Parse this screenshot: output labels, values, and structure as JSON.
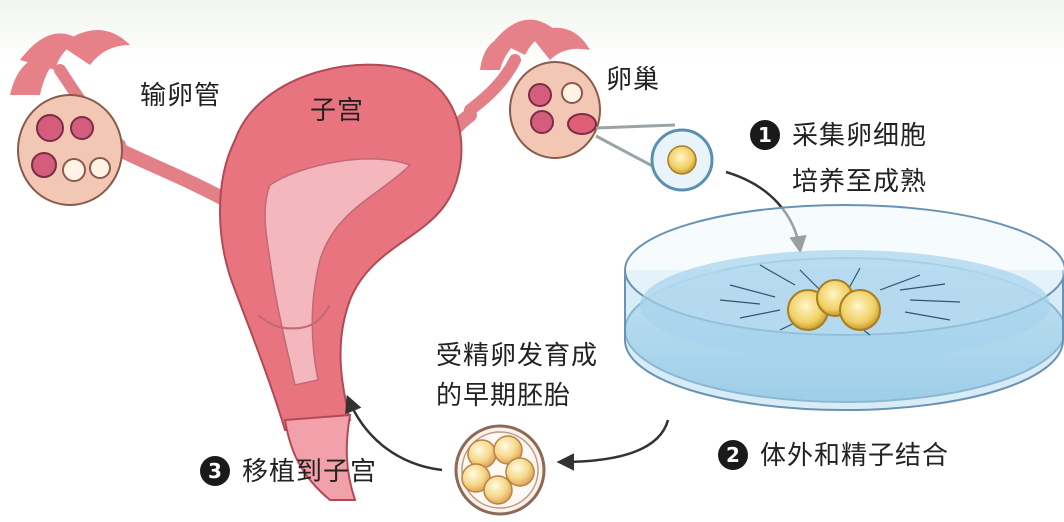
{
  "labels": {
    "oviduct": "输卵管",
    "uterus": "子宫",
    "ovary": "卵巢"
  },
  "steps": [
    {
      "number": "1",
      "lines": [
        "采集卵细胞",
        "培养至成熟"
      ]
    },
    {
      "number": "2",
      "lines": [
        "体外和精子结合"
      ]
    },
    {
      "number": "3",
      "lines": [
        "移植到子宫"
      ]
    }
  ],
  "embryo_caption": [
    "受精卵发育成",
    "的早期胚胎"
  ],
  "colors": {
    "uterus": "#e8747f",
    "uterus_inner": "#f4b7bd",
    "ovary": "#f2c7b3",
    "dish_liquid": "#9fd0ea",
    "egg": "#f3d36e",
    "arrow": "#333333"
  }
}
